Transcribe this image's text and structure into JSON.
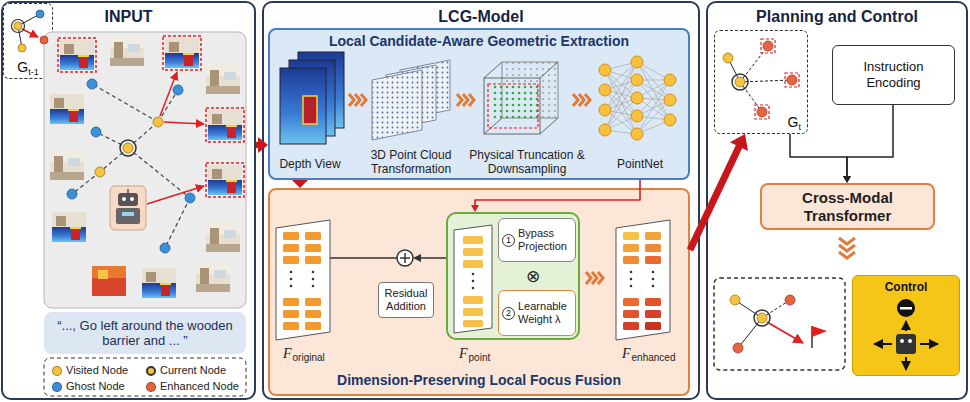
{
  "diagram": {
    "nodes": [
      {
        "text": [
          "INPUT"
        ]
      },
      {
        "text": [
          "G",
          "t-1"
        ],
        "in": 0
      },
      {
        "text": [
          "“..., Go left around the wooden barrier and ... ”"
        ],
        "in": 0
      },
      {
        "text": [
          "LCG-Model"
        ]
      },
      {
        "text": [
          "Local Candidate-Aware Geometric Extraction"
        ],
        "in": 3
      },
      {
        "text": [
          "Dimension-Preserving Local Focus Fusion"
        ],
        "in": 3
      },
      {
        "text": [
          "Residual Addition"
        ],
        "in": 5
      },
      {
        "text": [
          "⊗"
        ],
        "in": 5
      },
      {
        "text": [
          "1",
          "Bypass Projection"
        ],
        "in": 7
      },
      {
        "text": [
          "2",
          "Learnable Weight λ"
        ],
        "in": 7
      },
      {
        "text": [
          "Planning and Control"
        ]
      },
      {
        "text": [
          "G",
          "t"
        ],
        "in": 10
      },
      {
        "text": [
          "Instruction Encoding"
        ],
        "in": 10
      },
      {
        "text": [
          "Cross-Modal Transformer"
        ],
        "in": 10
      },
      {
        "text": [
          "Control"
        ],
        "in": 10
      }
    ],
    "edges": [
      {
        "from": 0,
        "to": 4,
        "arrow": "to"
      },
      {
        "from": 4,
        "to": 5,
        "arrow": "to"
      },
      {
        "from": 4,
        "to": 7,
        "arrow": "to"
      },
      {
        "from": 5,
        "to": 11,
        "arrow": "to"
      },
      {
        "from": 11,
        "to": 13,
        "arrow": "to"
      },
      {
        "from": 12,
        "to": 13,
        "arrow": "to"
      }
    ],
    "labels": [
      "Depth View",
      "3D Point Cloud Transformation",
      "Physical Truncation & Downsampling",
      "PointNet",
      "F",
      "original",
      "F",
      "point",
      "F",
      "enhanced"
    ],
    "legend": [
      {
        "text": "Visited Node",
        "color": "#f5c242"
      },
      {
        "text": "Current Node"
      },
      {
        "text": "Ghost Node",
        "color": "#3d8fd6"
      },
      {
        "text": "Enhanced Node",
        "color": "#e8643a"
      }
    ]
  }
}
